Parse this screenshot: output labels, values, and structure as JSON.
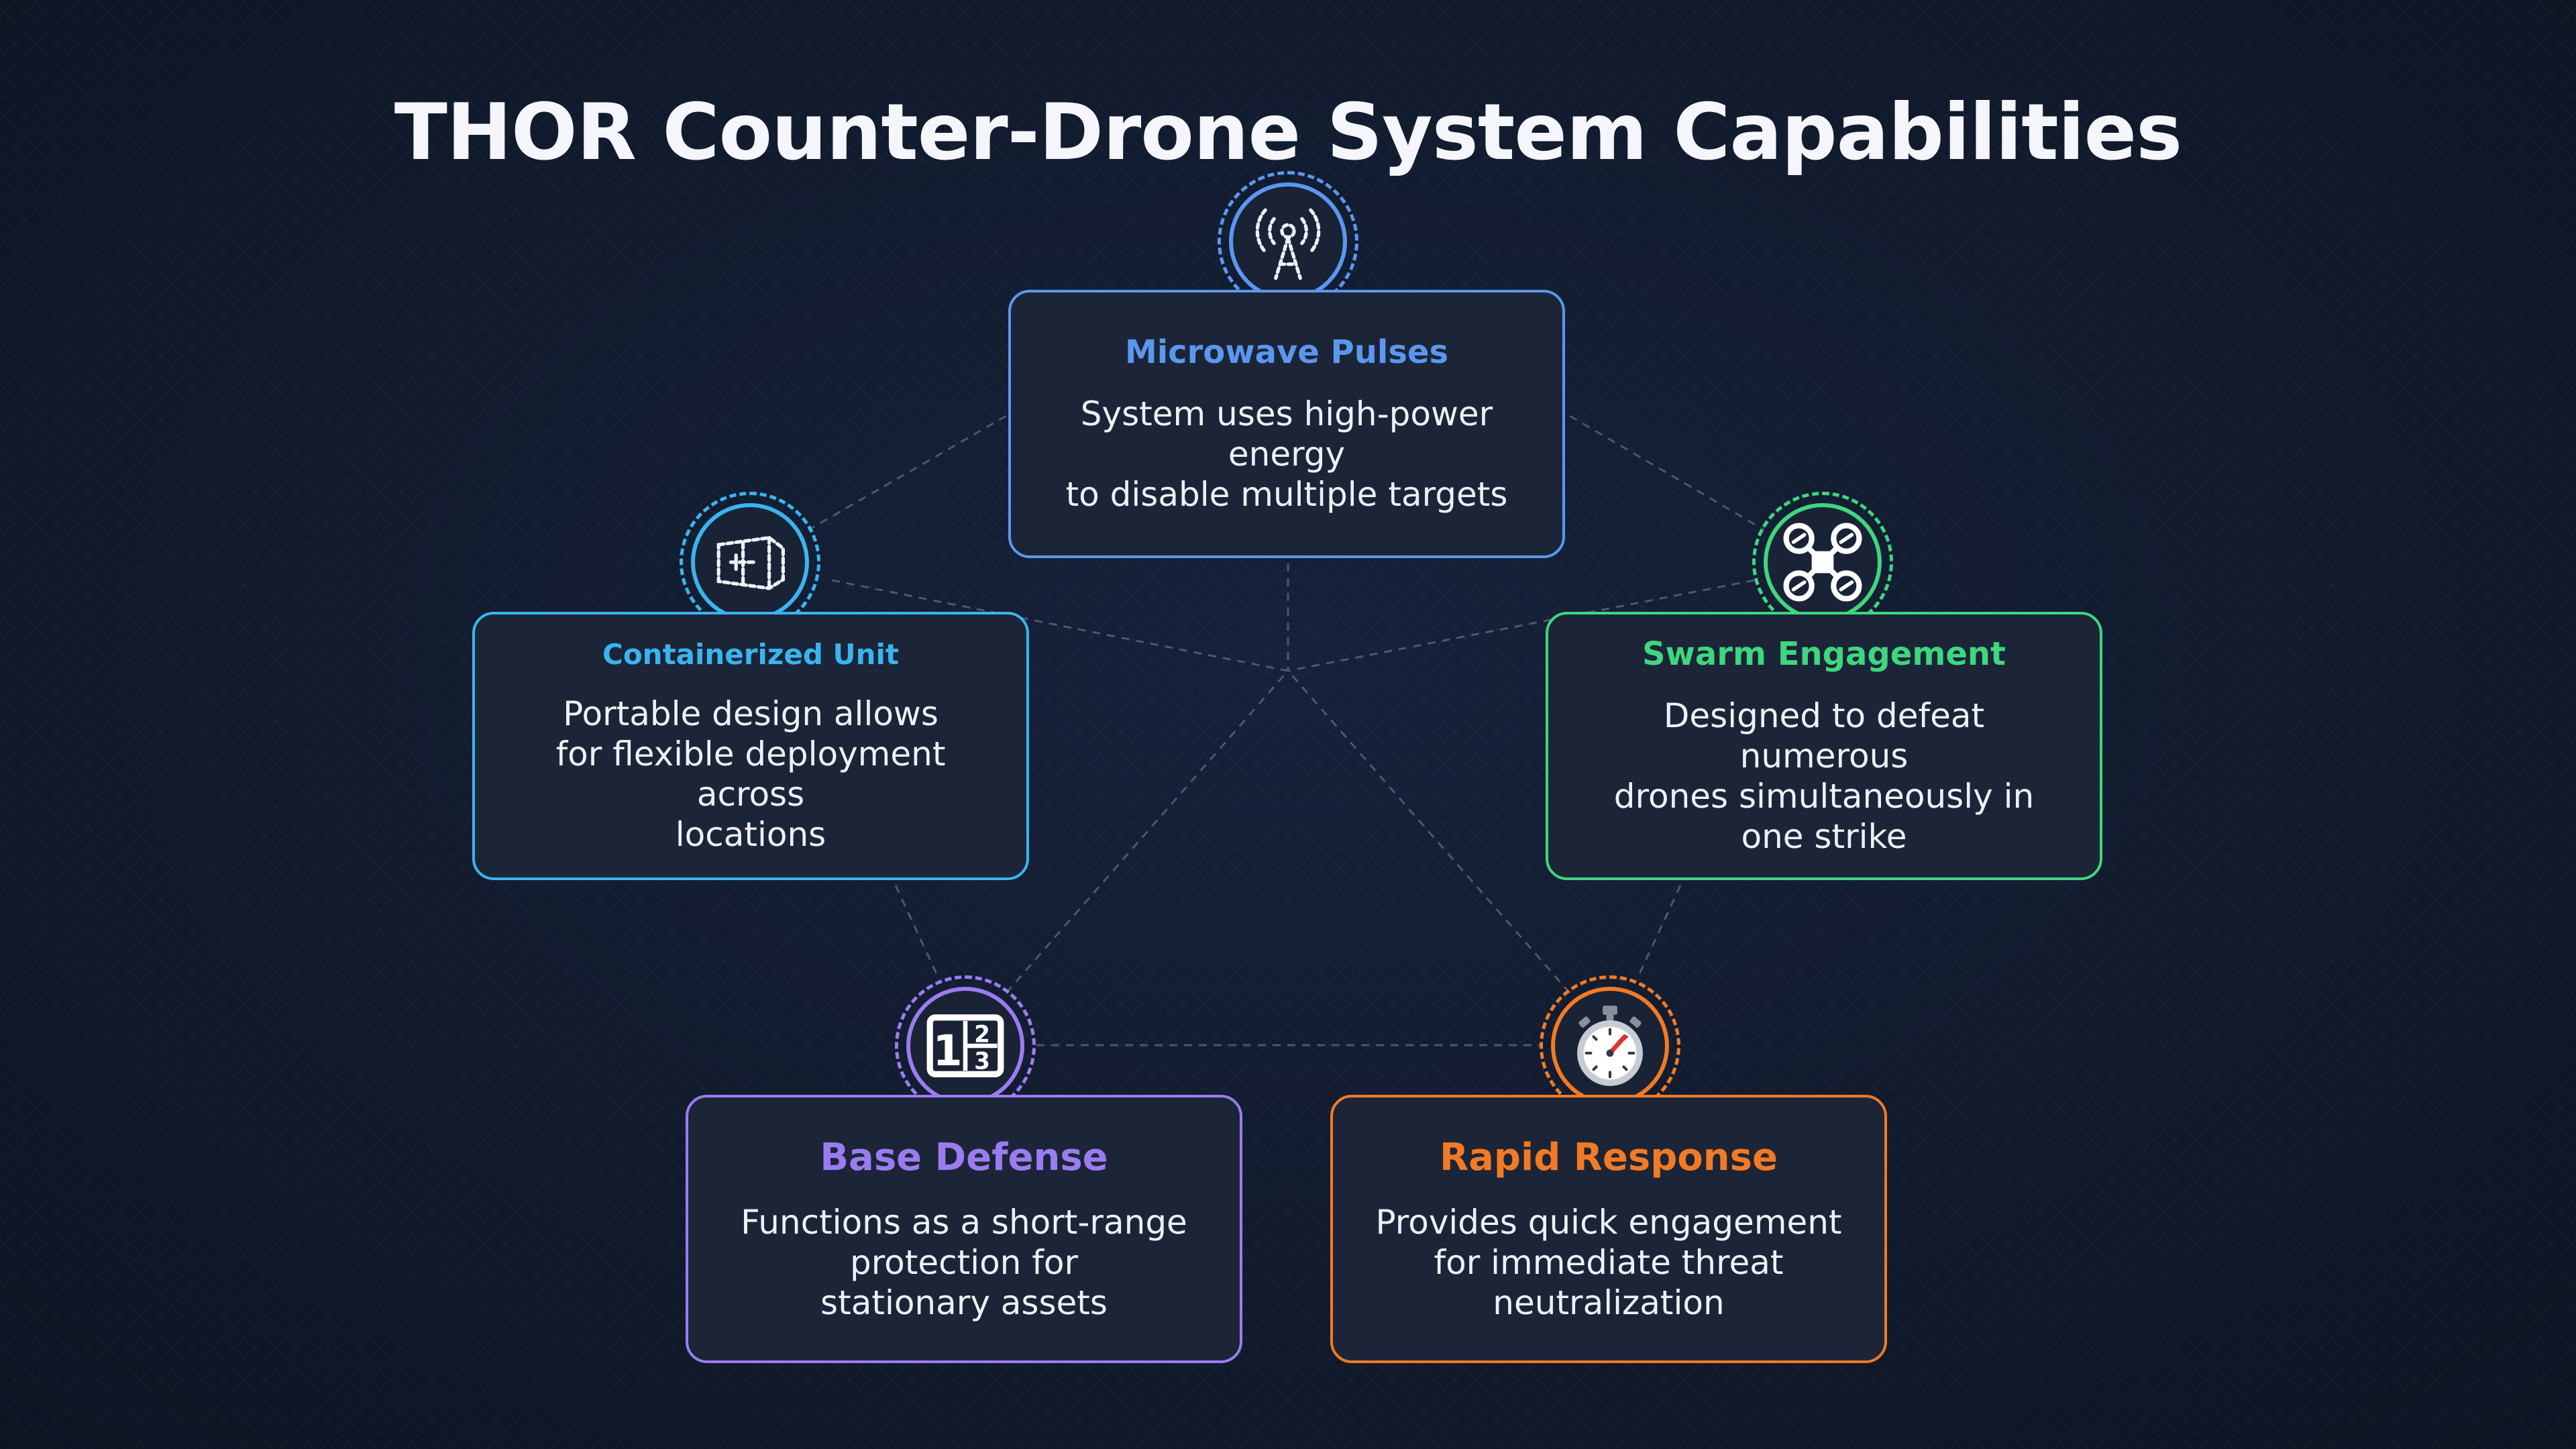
{
  "title": "THOR Counter-Drone System Capabilities",
  "nodes": {
    "microwave": {
      "title": "Microwave Pulses",
      "desc": [
        "System uses high-power energy",
        "to disable multiple targets"
      ],
      "icon": "antenna-icon",
      "color": "#5b97ee"
    },
    "container": {
      "title": "Containerized Unit",
      "desc": [
        "Portable design allows",
        "for flexible deployment across",
        "locations"
      ],
      "icon": "container-icon",
      "color": "#3ab4ee"
    },
    "swarm": {
      "title": "Swarm Engagement",
      "desc": [
        "Designed to defeat numerous",
        "drones simultaneously in",
        "one strike"
      ],
      "icon": "drone-icon",
      "color": "#3ed67e"
    },
    "base": {
      "title": "Base Defense",
      "desc": [
        "Functions as a short-range",
        "protection for",
        "stationary assets"
      ],
      "icon": "numbers-icon",
      "color": "#9b7cf0"
    },
    "rapid": {
      "title": "Rapid Response",
      "desc": [
        "Provides quick engagement",
        "for immediate threat",
        "neutralization"
      ],
      "icon": "stopwatch-icon",
      "color": "#f27a24"
    }
  }
}
